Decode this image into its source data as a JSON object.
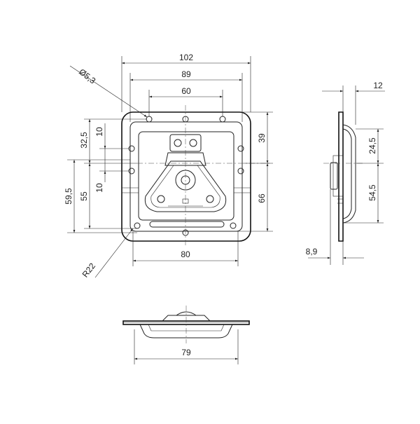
{
  "drawing": {
    "dimensions": {
      "top_102": "102",
      "top_89": "89",
      "top_60": "60",
      "hole_dia": "Ø5,3",
      "left_10a": "10",
      "left_32_5": "32,5",
      "left_59_5": "59,5",
      "left_55": "55",
      "left_10b": "10",
      "right_39": "39",
      "right_66": "66",
      "bottom_80": "80",
      "radius": "R22",
      "side_12": "12",
      "side_24_5": "24,5",
      "side_54_5": "54,5",
      "side_8_9": "8,9",
      "plan_79": "79"
    }
  }
}
